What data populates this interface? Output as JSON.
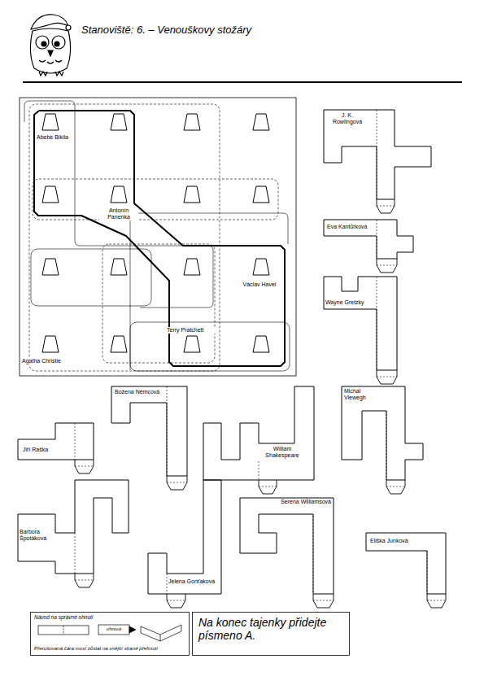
{
  "diagram": {
    "title": "Stanoviště: 6. – Venouškovy stožáry",
    "nodes": [
      {
        "text": [
          "J. K. Rowlingová"
        ]
      },
      {
        "text": [
          "Eva Kantůrková"
        ]
      },
      {
        "text": [
          "Wayne Gretzky"
        ]
      },
      {
        "text": [
          "Božena Němcová"
        ]
      },
      {
        "text": [
          "Michal Viewegh"
        ]
      },
      {
        "text": [
          "Jiří Raška"
        ]
      },
      {
        "text": [
          "William Shakespeare"
        ]
      },
      {
        "text": [
          "Barbora Špotáková"
        ]
      },
      {
        "text": [
          "Jelena Gonťaková"
        ]
      },
      {
        "text": [
          "Serena Williamsová"
        ]
      },
      {
        "text": [
          "Eliška Junková"
        ]
      },
      {
        "text": [
          "Návod na správné ohnutí",
          "ohnout",
          "Přerušovaná čára musí zůstat na vnější straně přehnutí"
        ]
      },
      {
        "text": [
          "Na konec tajenky přidejte písmeno A."
        ]
      }
    ],
    "labels": [
      "Abebe Bikila",
      "Antonín Panenka",
      "Václav Havel",
      "Terry Pratchett",
      "Agatha Christie"
    ]
  }
}
